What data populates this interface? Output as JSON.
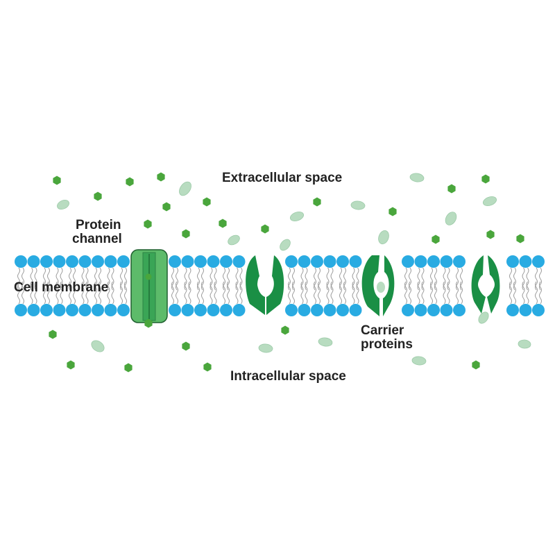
{
  "labels": {
    "extracellular": "Extracellular space",
    "intracellular": "Intracellular space",
    "protein_channel_1": "Protein",
    "protein_channel_2": "channel",
    "cell_membrane": "Cell membrane",
    "carrier_proteins_1": "Carrier",
    "carrier_proteins_2": "proteins"
  },
  "colors": {
    "phospholipid_head": "#29abe2",
    "lipid_tail": "#9a9a9a",
    "channel_fill": "#5dbb6a",
    "channel_dark": "#2e9e4a",
    "carrier_fill": "#1a8f45",
    "hexagon_molecule": "#4aa63c",
    "oval_molecule": "#b8dcc0"
  }
}
